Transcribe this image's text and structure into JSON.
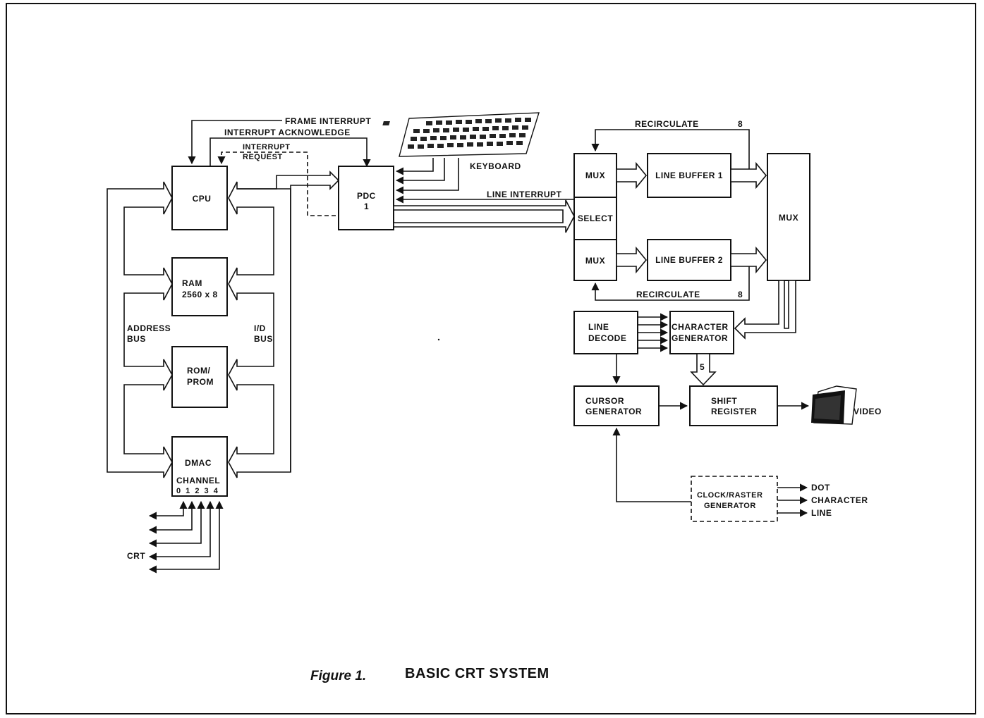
{
  "figure": {
    "number_label": "Figure 1.",
    "title": "BASIC CRT SYSTEM"
  },
  "blocks": {
    "cpu": "CPU",
    "ram_line1": "RAM",
    "ram_line2": "2560 x 8",
    "rom_line1": "ROM/",
    "rom_line2": "PROM",
    "dmac": "DMAC",
    "dmac_channel": "CHANNEL",
    "dmac_channels": "0 1 2 3 4",
    "pdc_line1": "PDC",
    "pdc_line2": "1",
    "mux_top": "MUX",
    "select": "SELECT",
    "mux_bottom": "MUX",
    "line_buffer_1": "LINE BUFFER 1",
    "line_buffer_2": "LINE BUFFER 2",
    "mux_right": "MUX",
    "line_decode_1": "LINE",
    "line_decode_2": "DECODE",
    "char_gen_1": "CHARACTER",
    "char_gen_2": "GENERATOR",
    "cursor_gen_1": "CURSOR",
    "cursor_gen_2": "GENERATOR",
    "shift_reg_1": "SHIFT",
    "shift_reg_2": "REGISTER",
    "clock_1": "CLOCK/RASTER",
    "clock_2": "GENERATOR"
  },
  "signals": {
    "frame_interrupt": "FRAME INTERRUPT",
    "interrupt_ack": "INTERRUPT ACKNOWLEDGE",
    "interrupt_req_1": "INTERRUPT",
    "interrupt_req_2": "REQUEST",
    "keyboard": "KEYBOARD",
    "line_interrupt": "LINE INTERRUPT",
    "recirculate_top": "RECIRCULATE",
    "recirculate_top_width": "8",
    "recirculate_bottom": "RECIRCULATE",
    "recirculate_bottom_width": "8",
    "address_bus_1": "ADDRESS",
    "address_bus_2": "BUS",
    "io_bus_1": "I/D",
    "io_bus_2": "BUS",
    "char_bus_width": "5",
    "video": "VIDEO",
    "crt": "CRT",
    "dot": "DOT",
    "character": "CHARACTER",
    "line": "LINE"
  },
  "icons": [
    "keyboard-icon",
    "crt-monitor-icon"
  ]
}
